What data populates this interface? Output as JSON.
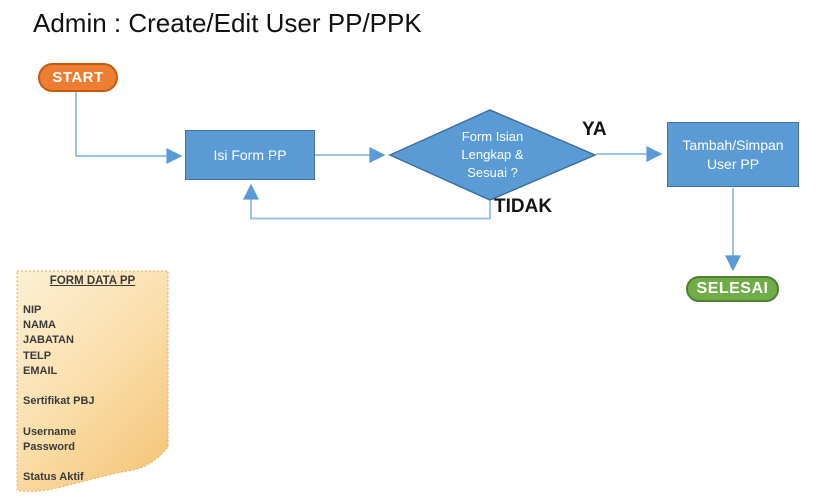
{
  "title": "Admin : Create/Edit User PP/PPK",
  "flowchart": {
    "start": {
      "label": "START",
      "shape": "terminator",
      "color": "#ED7D31",
      "border": "#C55A11"
    },
    "step_isi_form": {
      "label": "Isi Form PP",
      "shape": "process",
      "color": "#5B9BD5",
      "border": "#41719C"
    },
    "decision": {
      "lines": [
        "Form Isian",
        "Lengkap &",
        "Sesuai ?"
      ],
      "shape": "decision",
      "color": "#5B9BD5",
      "border": "#41719C"
    },
    "step_tambah": {
      "lines": [
        "Tambah/Simpan",
        "User PP"
      ],
      "shape": "process",
      "color": "#5B9BD5",
      "border": "#41719C"
    },
    "end": {
      "label": "SELESAI",
      "shape": "terminator",
      "color": "#70AD47",
      "border": "#507E32"
    },
    "edges": {
      "yes_label": "YA",
      "no_label": "TIDAK",
      "connector_color": "#9DC3E6",
      "arrowhead_color": "#5B9BD5"
    }
  },
  "note": {
    "title": "FORM DATA PP",
    "lines": [
      "NIP",
      "NAMA",
      "JABATAN",
      "TELP",
      "EMAIL",
      "",
      "Sertifikat PBJ",
      "",
      "Username",
      "Password",
      "",
      "Status Aktif"
    ],
    "fill_top": "#FDF0D5",
    "fill_bottom": "#F6C87F",
    "border": "#E8AE56"
  }
}
